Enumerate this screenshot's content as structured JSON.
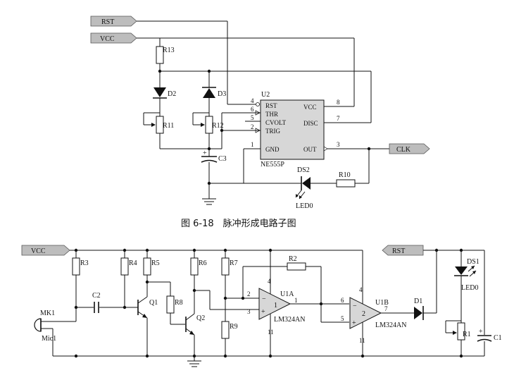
{
  "caption": "图 6-18　脉冲形成电路子图",
  "top": {
    "ports": {
      "rst": "RST",
      "vcc": "VCC",
      "clk": "CLK"
    },
    "ic": {
      "ref": "U2",
      "part": "NE555P",
      "pins_left": [
        "RST",
        "THR",
        "CVOLT",
        "TRIG",
        "GND"
      ],
      "pins_right": [
        "VCC",
        "DISC",
        "OUT"
      ],
      "pin_numbers": {
        "rst": "4",
        "thr": "6",
        "cvolt": "5",
        "trig": "2",
        "gnd": "1",
        "vcc": "8",
        "disc": "7",
        "out": "3"
      }
    },
    "parts": {
      "r13": "R13",
      "d2": "D2",
      "d3": "D3",
      "r11": "R11",
      "r12": "R12",
      "c3": "C3",
      "ds2": "DS2",
      "led": "LED0",
      "r10": "R10"
    }
  },
  "bottom": {
    "ports": {
      "vcc": "VCC",
      "rst": "RST"
    },
    "parts": {
      "r3": "R3",
      "r4": "R4",
      "r5": "R5",
      "r6": "R6",
      "r7": "R7",
      "r8": "R8",
      "r9": "R9",
      "r2": "R2",
      "r1": "R1",
      "c2": "C2",
      "c1": "C1",
      "q1": "Q1",
      "q2": "Q2",
      "d1": "D1",
      "ds1": "DS1",
      "led": "LED0",
      "mk1": "MK1",
      "mic": "Mic1"
    },
    "u1a": {
      "ref": "U1A",
      "part": "LM324AN",
      "unit": "1",
      "pins": {
        "inv": "2",
        "noninv": "3",
        "out": "1",
        "vplus": "4",
        "vminus": "11"
      }
    },
    "u1b": {
      "ref": "U1B",
      "part": "LM324AN",
      "unit": "2",
      "pins": {
        "inv": "6",
        "noninv": "5",
        "out": "7",
        "vplus": "4",
        "vminus": "11"
      }
    }
  }
}
